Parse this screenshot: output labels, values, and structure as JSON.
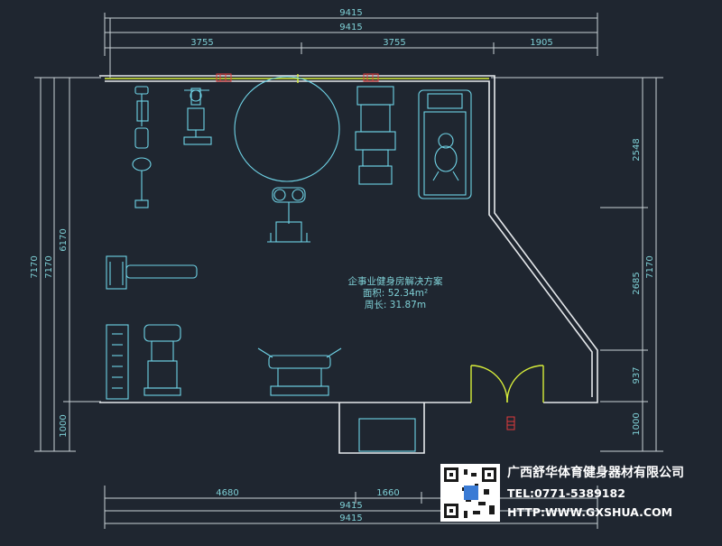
{
  "dimensions": {
    "top_total_1": "9415",
    "top_total_2": "9415",
    "top_seg_1": "3755",
    "top_seg_2": "3755",
    "top_seg_3": "1905",
    "bottom_seg_1": "4680",
    "bottom_seg_2": "1660",
    "bottom_total_1": "9415",
    "bottom_total_2": "9415",
    "left_outer": "7170",
    "left_mid": "7170",
    "left_inner": "6170",
    "left_bottom": "1000",
    "right_seg_1": "2548",
    "right_seg_2": "2685",
    "right_seg_3": "937",
    "right_seg_4": "1000",
    "right_total": "7170"
  },
  "plan_info": {
    "title": "企事业健身房解决方案",
    "area": "面积: 52.34m²",
    "perimeter": "周长: 31.87m"
  },
  "brand": {
    "company": "广西舒华体育健身器材有限公司",
    "tel": "TEL:0771-5389182",
    "url": "HTTP:WWW.GXSHUA.COM"
  },
  "colors": {
    "background": "#1f2630",
    "wall": "#e6e9ec",
    "equipment": "#6fd3e6",
    "dimension_text": "#7fd0d6",
    "window_door": "#d8ee3a",
    "marker": "#e23b3b"
  }
}
